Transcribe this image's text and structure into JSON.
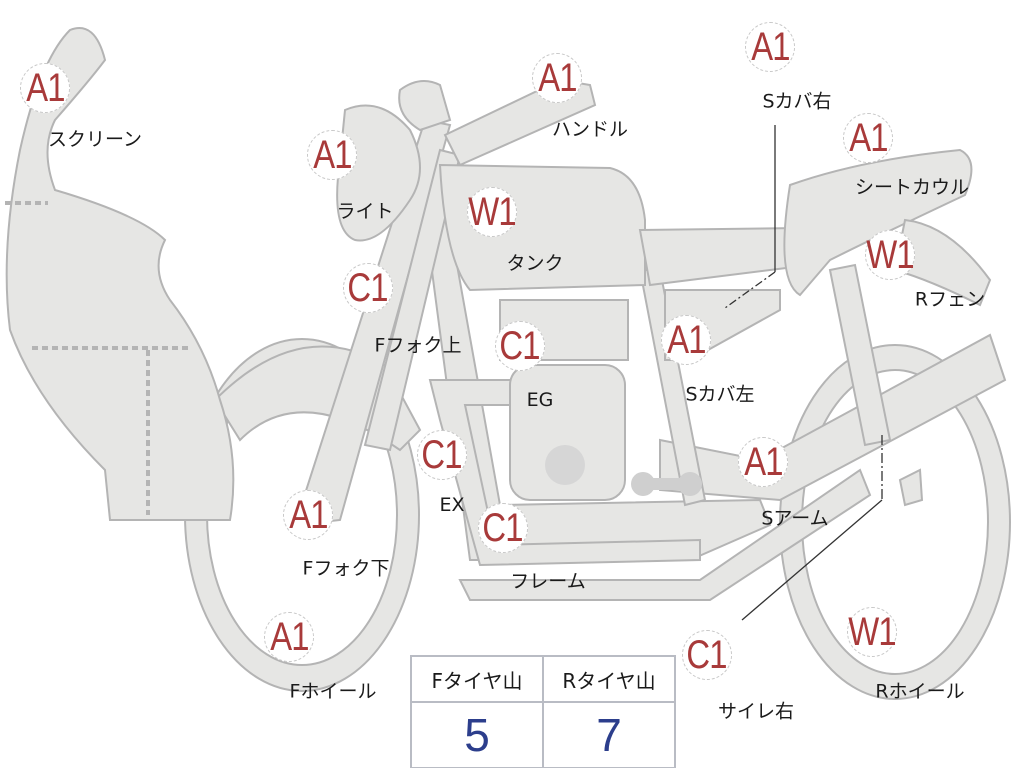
{
  "parts": [
    {
      "name": "screen",
      "grade": "A1",
      "label": "スクリーン"
    },
    {
      "name": "handle",
      "grade": "A1",
      "label": "ハンドル"
    },
    {
      "name": "side-cover-right",
      "grade": "A1",
      "label": "Sカバ右"
    },
    {
      "name": "seat-cowl",
      "grade": "A1",
      "label": "シートカウル"
    },
    {
      "name": "light",
      "grade": "A1",
      "label": "ライト"
    },
    {
      "name": "tank",
      "grade": "W1",
      "label": "タンク"
    },
    {
      "name": "rear-fender",
      "grade": "W1",
      "label": "Rフェン"
    },
    {
      "name": "front-fork-upper",
      "grade": "C1",
      "label": "Fフォク上"
    },
    {
      "name": "engine",
      "grade": "C1",
      "label": "EG"
    },
    {
      "name": "side-cover-left",
      "grade": "A1",
      "label": "Sカバ左"
    },
    {
      "name": "exhaust",
      "grade": "C1",
      "label": "EX"
    },
    {
      "name": "swing-arm",
      "grade": "A1",
      "label": "Sアーム"
    },
    {
      "name": "front-fork-lower",
      "grade": "A1",
      "label": "Fフォク下"
    },
    {
      "name": "frame",
      "grade": "C1",
      "label": "フレーム"
    },
    {
      "name": "front-wheel",
      "grade": "A1",
      "label": "Fホイール"
    },
    {
      "name": "silencer-right",
      "grade": "C1",
      "label": "サイレ右"
    },
    {
      "name": "rear-wheel",
      "grade": "W1",
      "label": "Rホイール"
    }
  ],
  "tire_table": {
    "headers": [
      "Fタイヤ山",
      "Rタイヤ山"
    ],
    "values": [
      "5",
      "7"
    ]
  },
  "colors": {
    "grade": "#a83a3a",
    "value": "#2c3e8c",
    "part_fill": "#e6e6e4",
    "part_stroke": "#b4b4b4"
  }
}
